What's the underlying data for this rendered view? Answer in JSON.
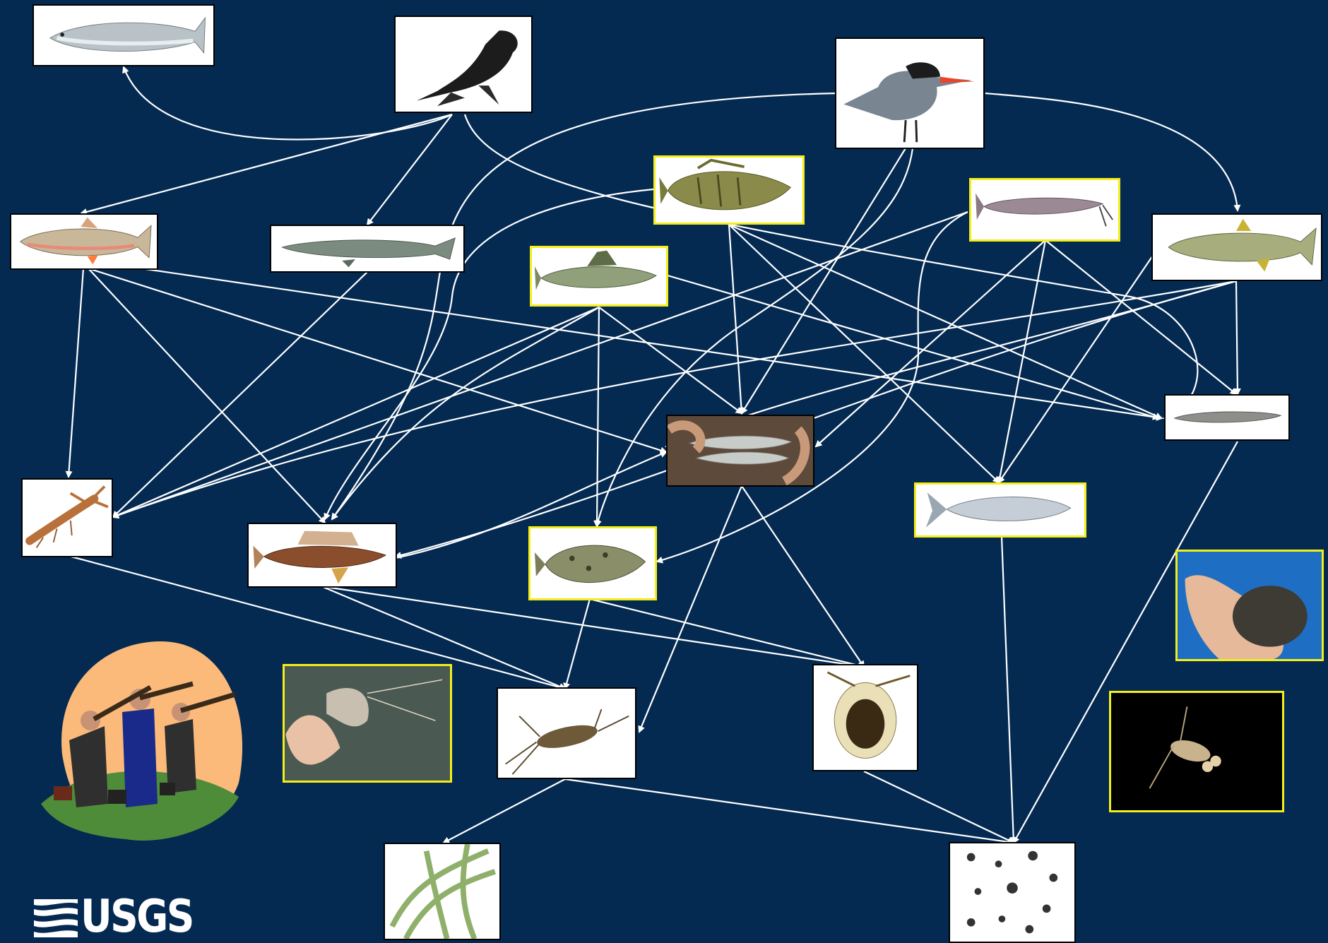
{
  "logo": {
    "text": "USGS"
  },
  "colors": {
    "background": "#042a52",
    "arrow": "#ffffff",
    "highlight_border": "#f3ee19"
  },
  "organisms": [
    "chinook-salmon",
    "sea-lion",
    "caspian-tern",
    "cutthroat-trout",
    "white-sturgeon",
    "smallmouth-bass",
    "walleye",
    "channel-catfish",
    "northern-pikeminnow",
    "juvenile-salmon",
    "lamprey",
    "crayfish",
    "sculpin",
    "crappie",
    "shad",
    "shrimp",
    "mayfly-nymph",
    "daphnia",
    "biofilm-mat",
    "copepod",
    "filamentous-algae",
    "plankton"
  ],
  "highlighted_nonnative": [
    "smallmouth-bass",
    "walleye",
    "channel-catfish",
    "crappie",
    "shad",
    "shrimp",
    "biofilm-mat",
    "copepod"
  ],
  "feeding_links": [
    [
      "sea-lion",
      "chinook-salmon"
    ],
    [
      "sea-lion",
      "cutthroat-trout"
    ],
    [
      "sea-lion",
      "white-sturgeon"
    ],
    [
      "sea-lion",
      "lamprey"
    ],
    [
      "caspian-tern",
      "sculpin"
    ],
    [
      "caspian-tern",
      "northern-pikeminnow"
    ],
    [
      "caspian-tern",
      "juvenile-salmon"
    ],
    [
      "smallmouth-bass",
      "crayfish"
    ],
    [
      "smallmouth-bass",
      "juvenile-salmon"
    ],
    [
      "smallmouth-bass",
      "shad"
    ],
    [
      "smallmouth-bass",
      "crappie"
    ],
    [
      "walleye",
      "crayfish"
    ],
    [
      "walleye",
      "crappie"
    ],
    [
      "walleye",
      "juvenile-salmon"
    ],
    [
      "walleye",
      "sculpin"
    ],
    [
      "channel-catfish",
      "crayfish"
    ],
    [
      "channel-catfish",
      "juvenile-salmon"
    ],
    [
      "channel-catfish",
      "shad"
    ],
    [
      "northern-pikeminnow",
      "crayfish"
    ],
    [
      "northern-pikeminnow",
      "sculpin"
    ],
    [
      "northern-pikeminnow",
      "lamprey"
    ],
    [
      "cutthroat-trout",
      "crayfish"
    ],
    [
      "cutthroat-trout",
      "sculpin"
    ],
    [
      "cutthroat-trout",
      "juvenile-salmon"
    ],
    [
      "crayfish",
      "mayfly-nymph"
    ],
    [
      "sculpin",
      "mayfly-nymph"
    ],
    [
      "sculpin",
      "daphnia"
    ],
    [
      "crappie",
      "mayfly-nymph"
    ],
    [
      "juvenile-salmon",
      "mayfly-nymph"
    ],
    [
      "juvenile-salmon",
      "daphnia"
    ],
    [
      "lamprey",
      "plankton"
    ],
    [
      "shad",
      "plankton"
    ],
    [
      "mayfly-nymph",
      "filamentous-algae"
    ],
    [
      "mayfly-nymph",
      "plankton"
    ],
    [
      "daphnia",
      "plankton"
    ]
  ]
}
